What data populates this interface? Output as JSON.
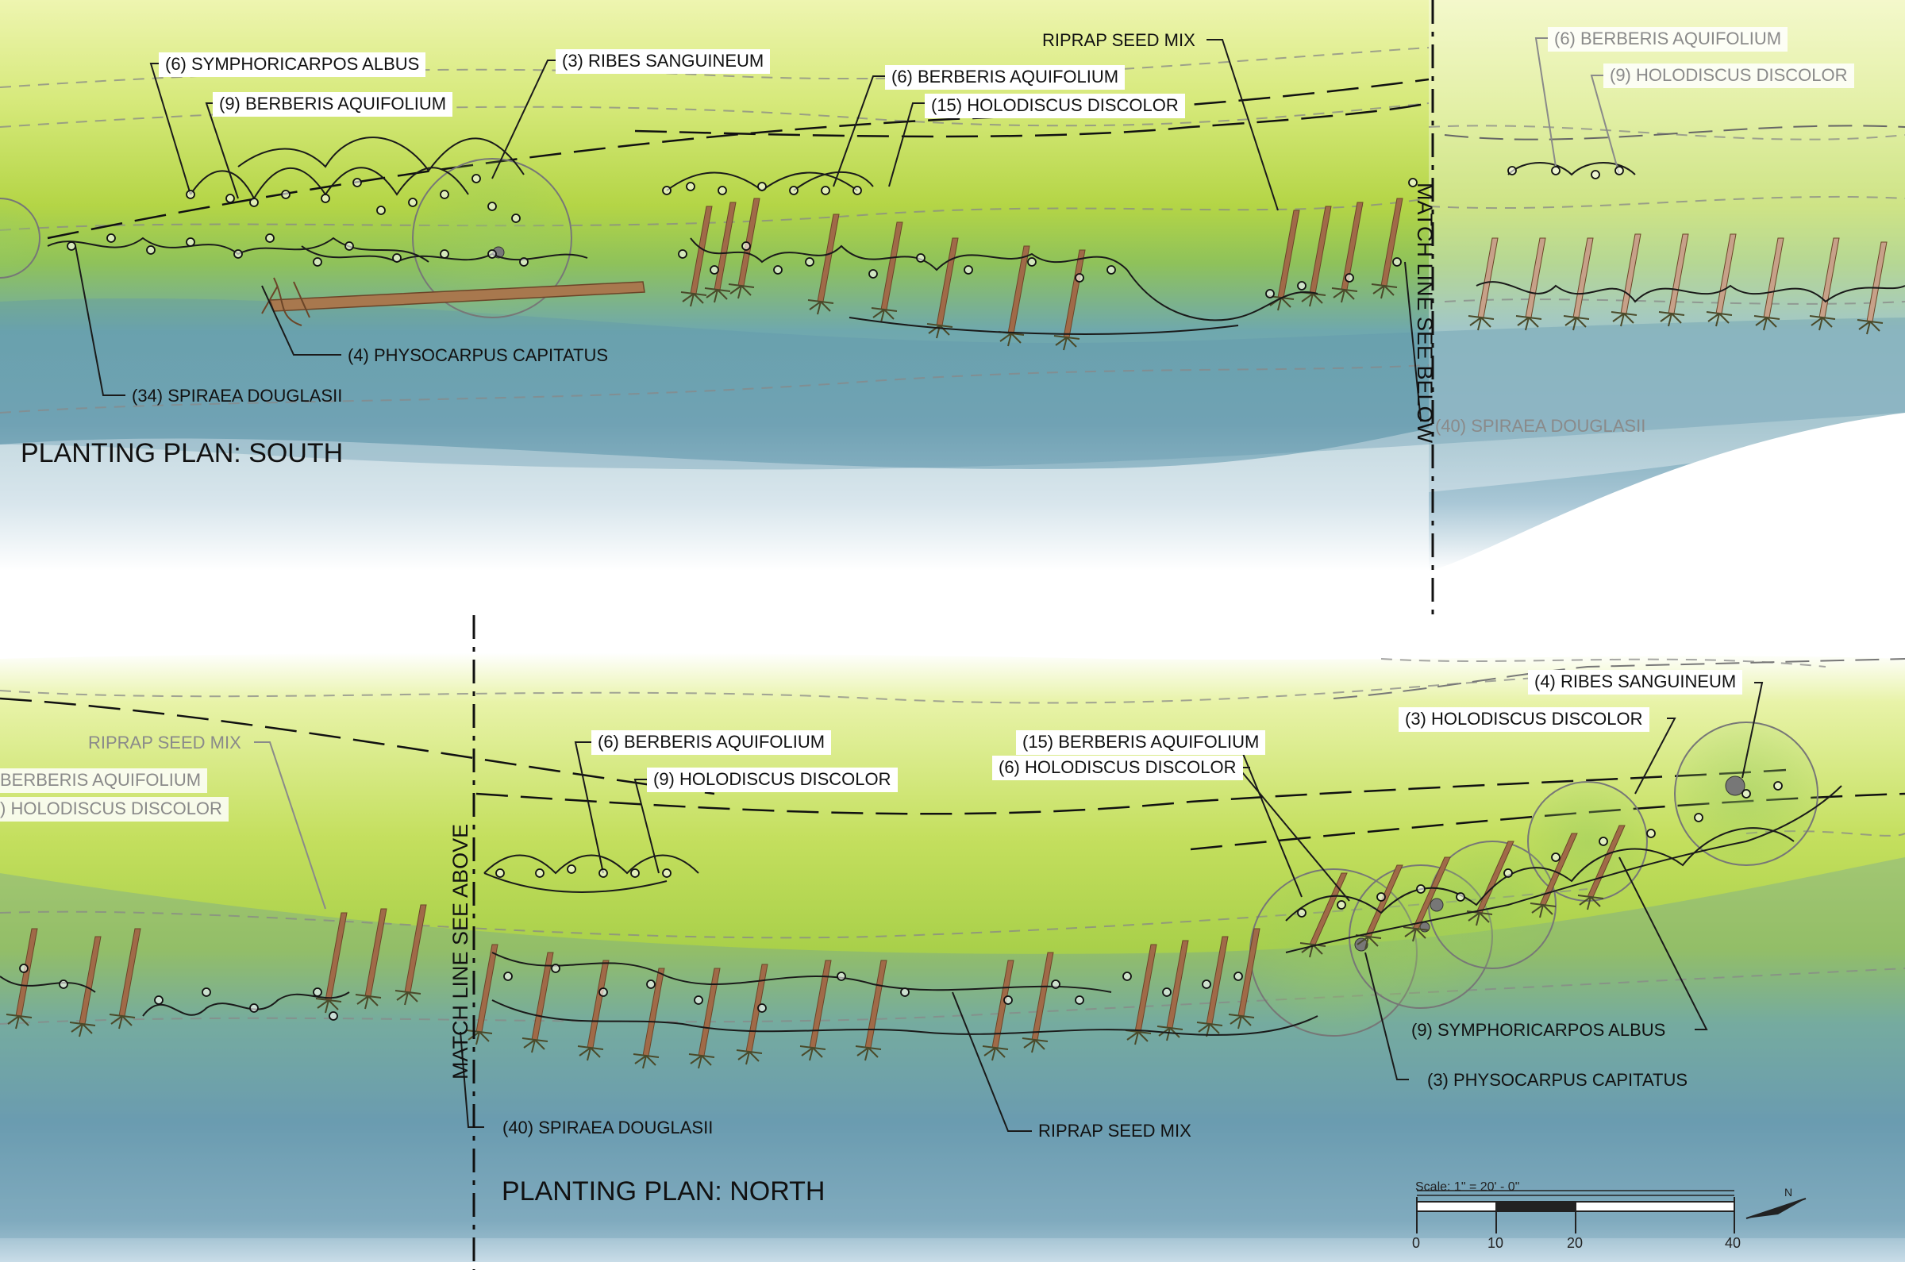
{
  "south": {
    "title": "PLANTING PLAN: SOUTH",
    "matchline": "MATCH LINE SEE BELOW",
    "labels": [
      "(6) SYMPHORICARPOS ALBUS",
      "(9) BERBERIS AQUIFOLIUM",
      "(3) RIBES SANGUINEUM",
      "(6) BERBERIS AQUIFOLIUM",
      "(15) HOLODISCUS DISCOLOR",
      "RIPRAP SEED MIX",
      "(4) PHYSOCARPUS CAPITATUS",
      "(34) SPIRAEA DOUGLASII"
    ],
    "faded_labels": [
      "(6) BERBERIS AQUIFOLIUM",
      "(9) HOLODISCUS DISCOLOR",
      "(40) SPIRAEA DOUGLASII"
    ]
  },
  "north": {
    "title": "PLANTING PLAN: NORTH",
    "matchline": "MATCH LINE SEE ABOVE",
    "labels": [
      "(6) BERBERIS AQUIFOLIUM",
      "(9) HOLODISCUS DISCOLOR",
      "(15) BERBERIS AQUIFOLIUM",
      "(6) HOLODISCUS DISCOLOR",
      "(4) RIBES SANGUINEUM",
      "(3) HOLODISCUS DISCOLOR",
      "(9) SYMPHORICARPOS ALBUS",
      "(3) PHYSOCARPUS CAPITATUS",
      "(40) SPIRAEA DOUGLASII",
      "RIPRAP SEED MIX"
    ],
    "faded_labels": [
      "RIPRAP SEED MIX",
      "BERBERIS AQUIFOLIUM",
      ") HOLODISCUS DISCOLOR"
    ]
  },
  "scale": {
    "text": "Scale: 1\" = 20' - 0\"",
    "ticks": [
      "0",
      "10",
      "20",
      "40"
    ],
    "north_label": "N"
  },
  "colors": {
    "grass_light": "#e4ef9a",
    "grass": "#b9d94a",
    "water": "#6fa8b0",
    "water_deep": "#5c8fa3",
    "stake": "#9c6a4a",
    "line": "#1a1a1a"
  }
}
